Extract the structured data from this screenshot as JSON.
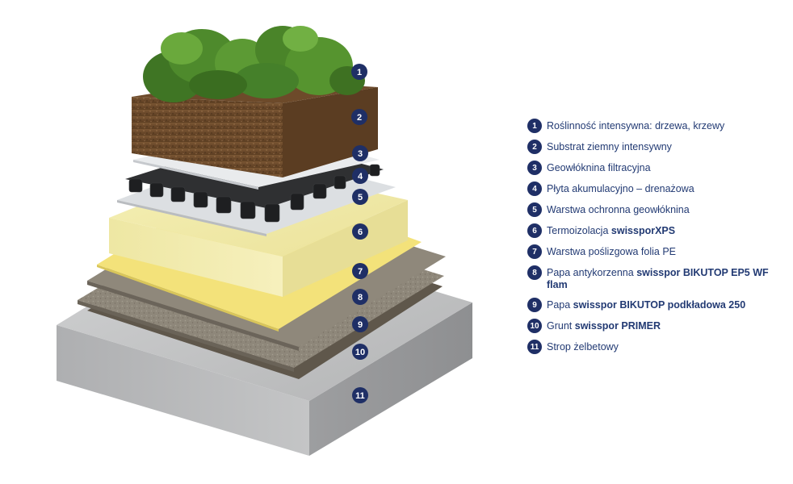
{
  "layers": [
    {
      "number": "1",
      "label": "Roślinność intensywna: drzewa, krzewy",
      "bold": ""
    },
    {
      "number": "2",
      "label": "Substrat ziemny intensywny",
      "bold": ""
    },
    {
      "number": "3",
      "label": "Geowłóknina filtracyjna",
      "bold": ""
    },
    {
      "number": "4",
      "label": "Płyta akumulacyjno – drenażowa",
      "bold": ""
    },
    {
      "number": "5",
      "label": "Warstwa ochronna geowłóknina",
      "bold": ""
    },
    {
      "number": "6",
      "label": "Termoizolacja ",
      "bold": "swissporXPS"
    },
    {
      "number": "7",
      "label": "Warstwa poślizgowa folia PE",
      "bold": ""
    },
    {
      "number": "8",
      "label": "Papa antykorzenna ",
      "bold": "swisspor BIKUTOP EP5 WF flam"
    },
    {
      "number": "9",
      "label": "Papa ",
      "bold": "swisspor BIKUTOP podkładowa 250"
    },
    {
      "number": "10",
      "label": "Grunt ",
      "bold": "swisspor PRIMER"
    },
    {
      "number": "11",
      "label": "Strop żelbetowy",
      "bold": ""
    }
  ],
  "colors": {
    "badge": "#1f2f66",
    "legend_text": "#223a73",
    "vegetation": "#4e8a2c",
    "soil": "#6b4a2b",
    "geotextile": "#e6e8ea",
    "drainage": "#2b2c2e",
    "xps": "#f2ecaa",
    "pe_foil": "#f3e27a",
    "membrane": "#8e877a",
    "primer": "#5d554a",
    "concrete": "#b8b9bb"
  }
}
